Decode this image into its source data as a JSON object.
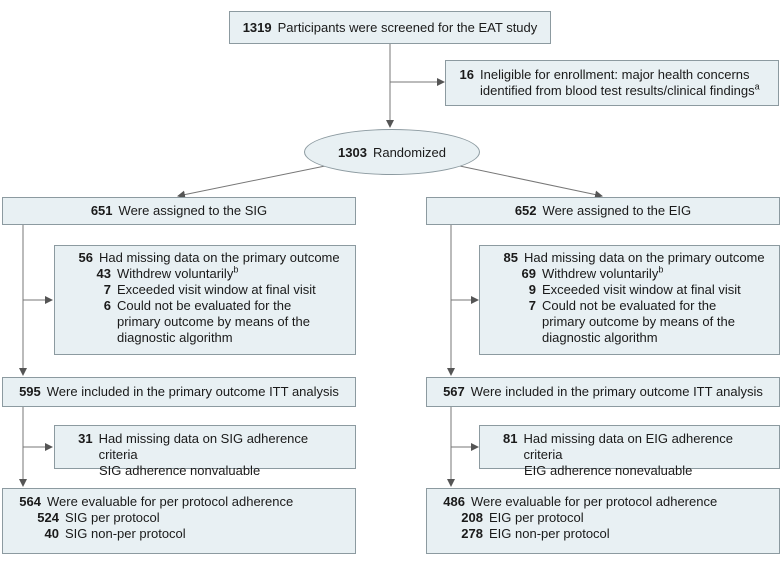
{
  "screened": {
    "n": "1319",
    "text": "Participants were screened for the EAT study"
  },
  "ineligible": {
    "n": "16",
    "line1": "Ineligible for enrollment: major health concerns",
    "line2": "identified from blood test results/clinical findings",
    "sup": "a"
  },
  "randomized": {
    "n": "1303",
    "text": "Randomized"
  },
  "sig": {
    "assigned": {
      "n": "651",
      "text": "Were assigned to the SIG"
    },
    "missing_primary": {
      "n": "56",
      "text": "Had missing data on the primary outcome",
      "items": [
        {
          "n": "43",
          "text": "Withdrew voluntarily",
          "sup": "b"
        },
        {
          "n": "7",
          "text": "Exceeded visit window at final visit"
        },
        {
          "n": "6",
          "text": "Could not be evaluated for the",
          "text2": "primary outcome by means of the",
          "text3": "diagnostic algorithm"
        }
      ]
    },
    "itt": {
      "n": "595",
      "text": "Were included in the primary outcome ITT analysis"
    },
    "missing_adherence": {
      "n": "31",
      "line1": "Had missing data on SIG adherence criteria",
      "line2": "SIG adherence nonvaluable"
    },
    "evaluable": {
      "n": "564",
      "text": "Were evaluable for per protocol adherence",
      "items": [
        {
          "n": "524",
          "text": "SIG per protocol"
        },
        {
          "n": "40",
          "text": "SIG non-per protocol"
        }
      ]
    }
  },
  "eig": {
    "assigned": {
      "n": "652",
      "text": "Were assigned to the EIG"
    },
    "missing_primary": {
      "n": "85",
      "text": "Had missing data on the primary outcome",
      "items": [
        {
          "n": "69",
          "text": "Withdrew voluntarily",
          "sup": "b"
        },
        {
          "n": "9",
          "text": "Exceeded visit window at final visit"
        },
        {
          "n": "7",
          "text": "Could not be evaluated for the",
          "text2": "primary outcome by means of the",
          "text3": "diagnostic algorithm"
        }
      ]
    },
    "itt": {
      "n": "567",
      "text": "Were included in the primary outcome ITT analysis"
    },
    "missing_adherence": {
      "n": "81",
      "line1": "Had missing data on EIG adherence criteria",
      "line2": "EIG adherence nonevaluable"
    },
    "evaluable": {
      "n": "486",
      "text": "Were evaluable for per protocol adherence",
      "items": [
        {
          "n": "208",
          "text": "EIG per protocol"
        },
        {
          "n": "278",
          "text": "EIG non-per protocol"
        }
      ]
    }
  }
}
